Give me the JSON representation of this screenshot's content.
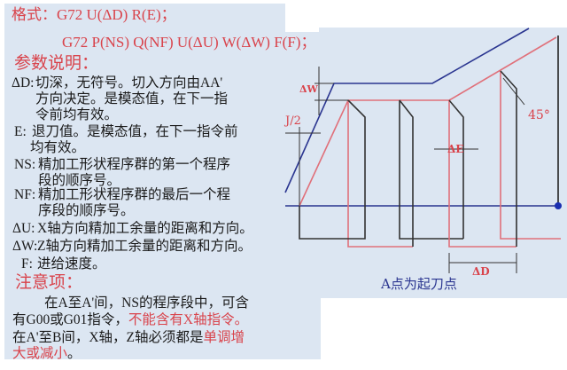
{
  "format": {
    "line1": "格式：G72 U(ΔD) R(E)；",
    "line2": "G72 P(NS) Q(NF) U(ΔU) W(ΔW) F(F)；"
  },
  "params_title": "参数说明：",
  "params": [
    {
      "key": "ΔD:",
      "lines": [
        "切深，无符号。切入方向由AA'",
        "方向决定。是模态值，在下一指",
        "令前均有效。"
      ]
    },
    {
      "key": "E:",
      "lines": [
        "退刀值。是模态值，在下一指令前",
        "均有效。"
      ]
    },
    {
      "key": "NS:",
      "lines": [
        "精加工形状程序群的第一个程序",
        "段的顺序号。"
      ]
    },
    {
      "key": "NF:",
      "lines": [
        "精加工形状程序群的最后一个程",
        "序段的顺序号。"
      ]
    },
    {
      "key": "ΔU:",
      "lines": [
        "X轴方向精加工余量的距离和方向。"
      ]
    },
    {
      "key": "ΔW:",
      "lines": [
        "Z轴方向精加工余量的距离和方向。"
      ]
    },
    {
      "key": "F:",
      "lines": [
        "进给速度。"
      ]
    }
  ],
  "notes_title": "注意项：",
  "notes": {
    "p1a": "在A至A'间，NS的程序段中，可含",
    "p1b": "有G00或G01指令，",
    "p1c": "不能含有X轴指令。",
    "p2a": "在A'至B间，X轴，Z轴必须都是",
    "p2b": "单调增",
    "p2c": "大或减小",
    "p2d": "。"
  },
  "diagram": {
    "dw": "ΔW",
    "u2": "J/2",
    "de": "ΔE",
    "dd": "ΔD",
    "angle": "45°",
    "caption": "A点为起刀点"
  },
  "colors": {
    "red": "#d9434b",
    "blue": "#1f2f8f",
    "bg": "#dce6f2"
  }
}
